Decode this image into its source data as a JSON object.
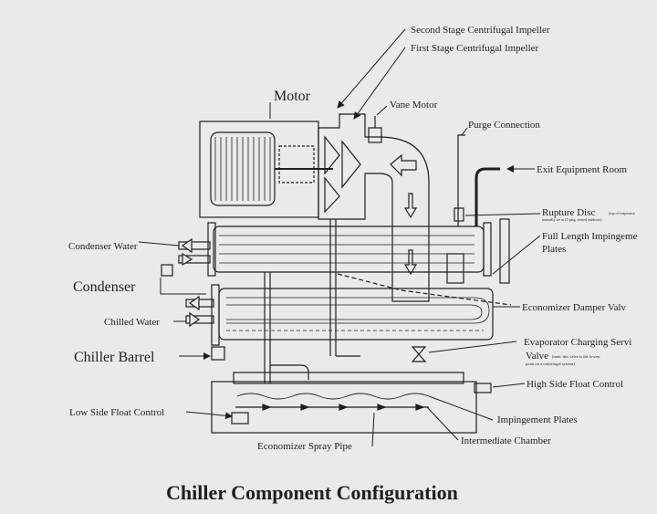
{
  "labels": {
    "second_stage": "Second Stage Centrifugal Impeller",
    "first_stage": "First Stage Centrifugal Impeller",
    "motor": "Motor",
    "vane_motor": "Vane Motor",
    "purge_connection": "Purge Connection",
    "exit_equipment_room": "Exit Equipment Room",
    "rupture_disc": "Rupture Disc",
    "rupture_disc_note_1": "(top of evaporator",
    "rupture_disc_note_2": "normally set at 15 psig, vented outdoors)",
    "full_length_1": "Full Length Impingeme",
    "full_length_2": "Plates",
    "condenser_water": "Condenser Water",
    "condenser": "Condenser",
    "economizer_damper": "Economizer Damper Valv",
    "chilled_water": "Chilled Water",
    "evap_charging": "Evaporator Charging Servi",
    "valve_line": "Valve",
    "valve_note_1": "(note: this valve is the lowest",
    "valve_note_2": "point on a centrifugal system)",
    "chiller_barrel": "Chiller Barrel",
    "high_side_float": "High Side Float Control",
    "low_side_float": "Low Side Float Control",
    "impingement_plates": "Impingement Plates",
    "intermediate_chamber": "Intermediate Chamber",
    "economizer_spray": "Economizer Spray Pipe"
  },
  "title": "Chiller Component Configuration",
  "colors": {
    "paper": "#e9ebe9",
    "ink": "#1e1e1e"
  }
}
